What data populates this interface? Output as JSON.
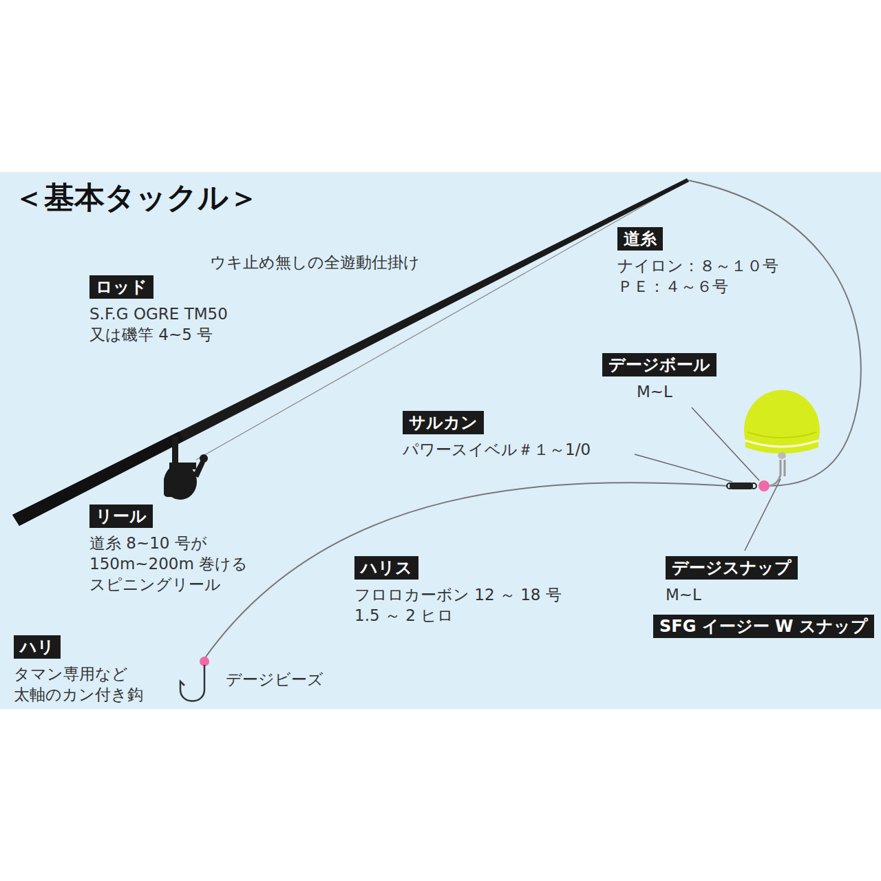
{
  "diagram": {
    "title": "＜基本タックル＞",
    "nodes": [
      {
        "text": [
          "道糸",
          "ナイロン：８～１０号 ＰＥ：４～６号"
        ]
      },
      {
        "text": [
          "ロッド",
          "S.F.G OGRE TM50 又は磯竿 4~5 号"
        ]
      },
      {
        "text": [
          "デージボール",
          "M~L"
        ]
      },
      {
        "text": [
          "サルカン",
          "パワースイベル＃１～1/0"
        ]
      },
      {
        "text": [
          "リール",
          "道糸 8~10 号が 150m~200m 巻ける スピニングリール"
        ]
      },
      {
        "text": [
          "ハリス",
          "フロロカーボン 12 ～ 18 号 1.5 ～ 2 ヒロ"
        ]
      },
      {
        "text": [
          "デージスナップ",
          "M~L"
        ]
      },
      {
        "text": [
          "SFG イージー W スナップ"
        ]
      },
      {
        "text": [
          "ハリ",
          "タマン専用など 太軸のカン付き鈎"
        ]
      }
    ],
    "labels": [
      "ウキ止め無しの全遊動仕掛け",
      "デージビーズ"
    ]
  }
}
